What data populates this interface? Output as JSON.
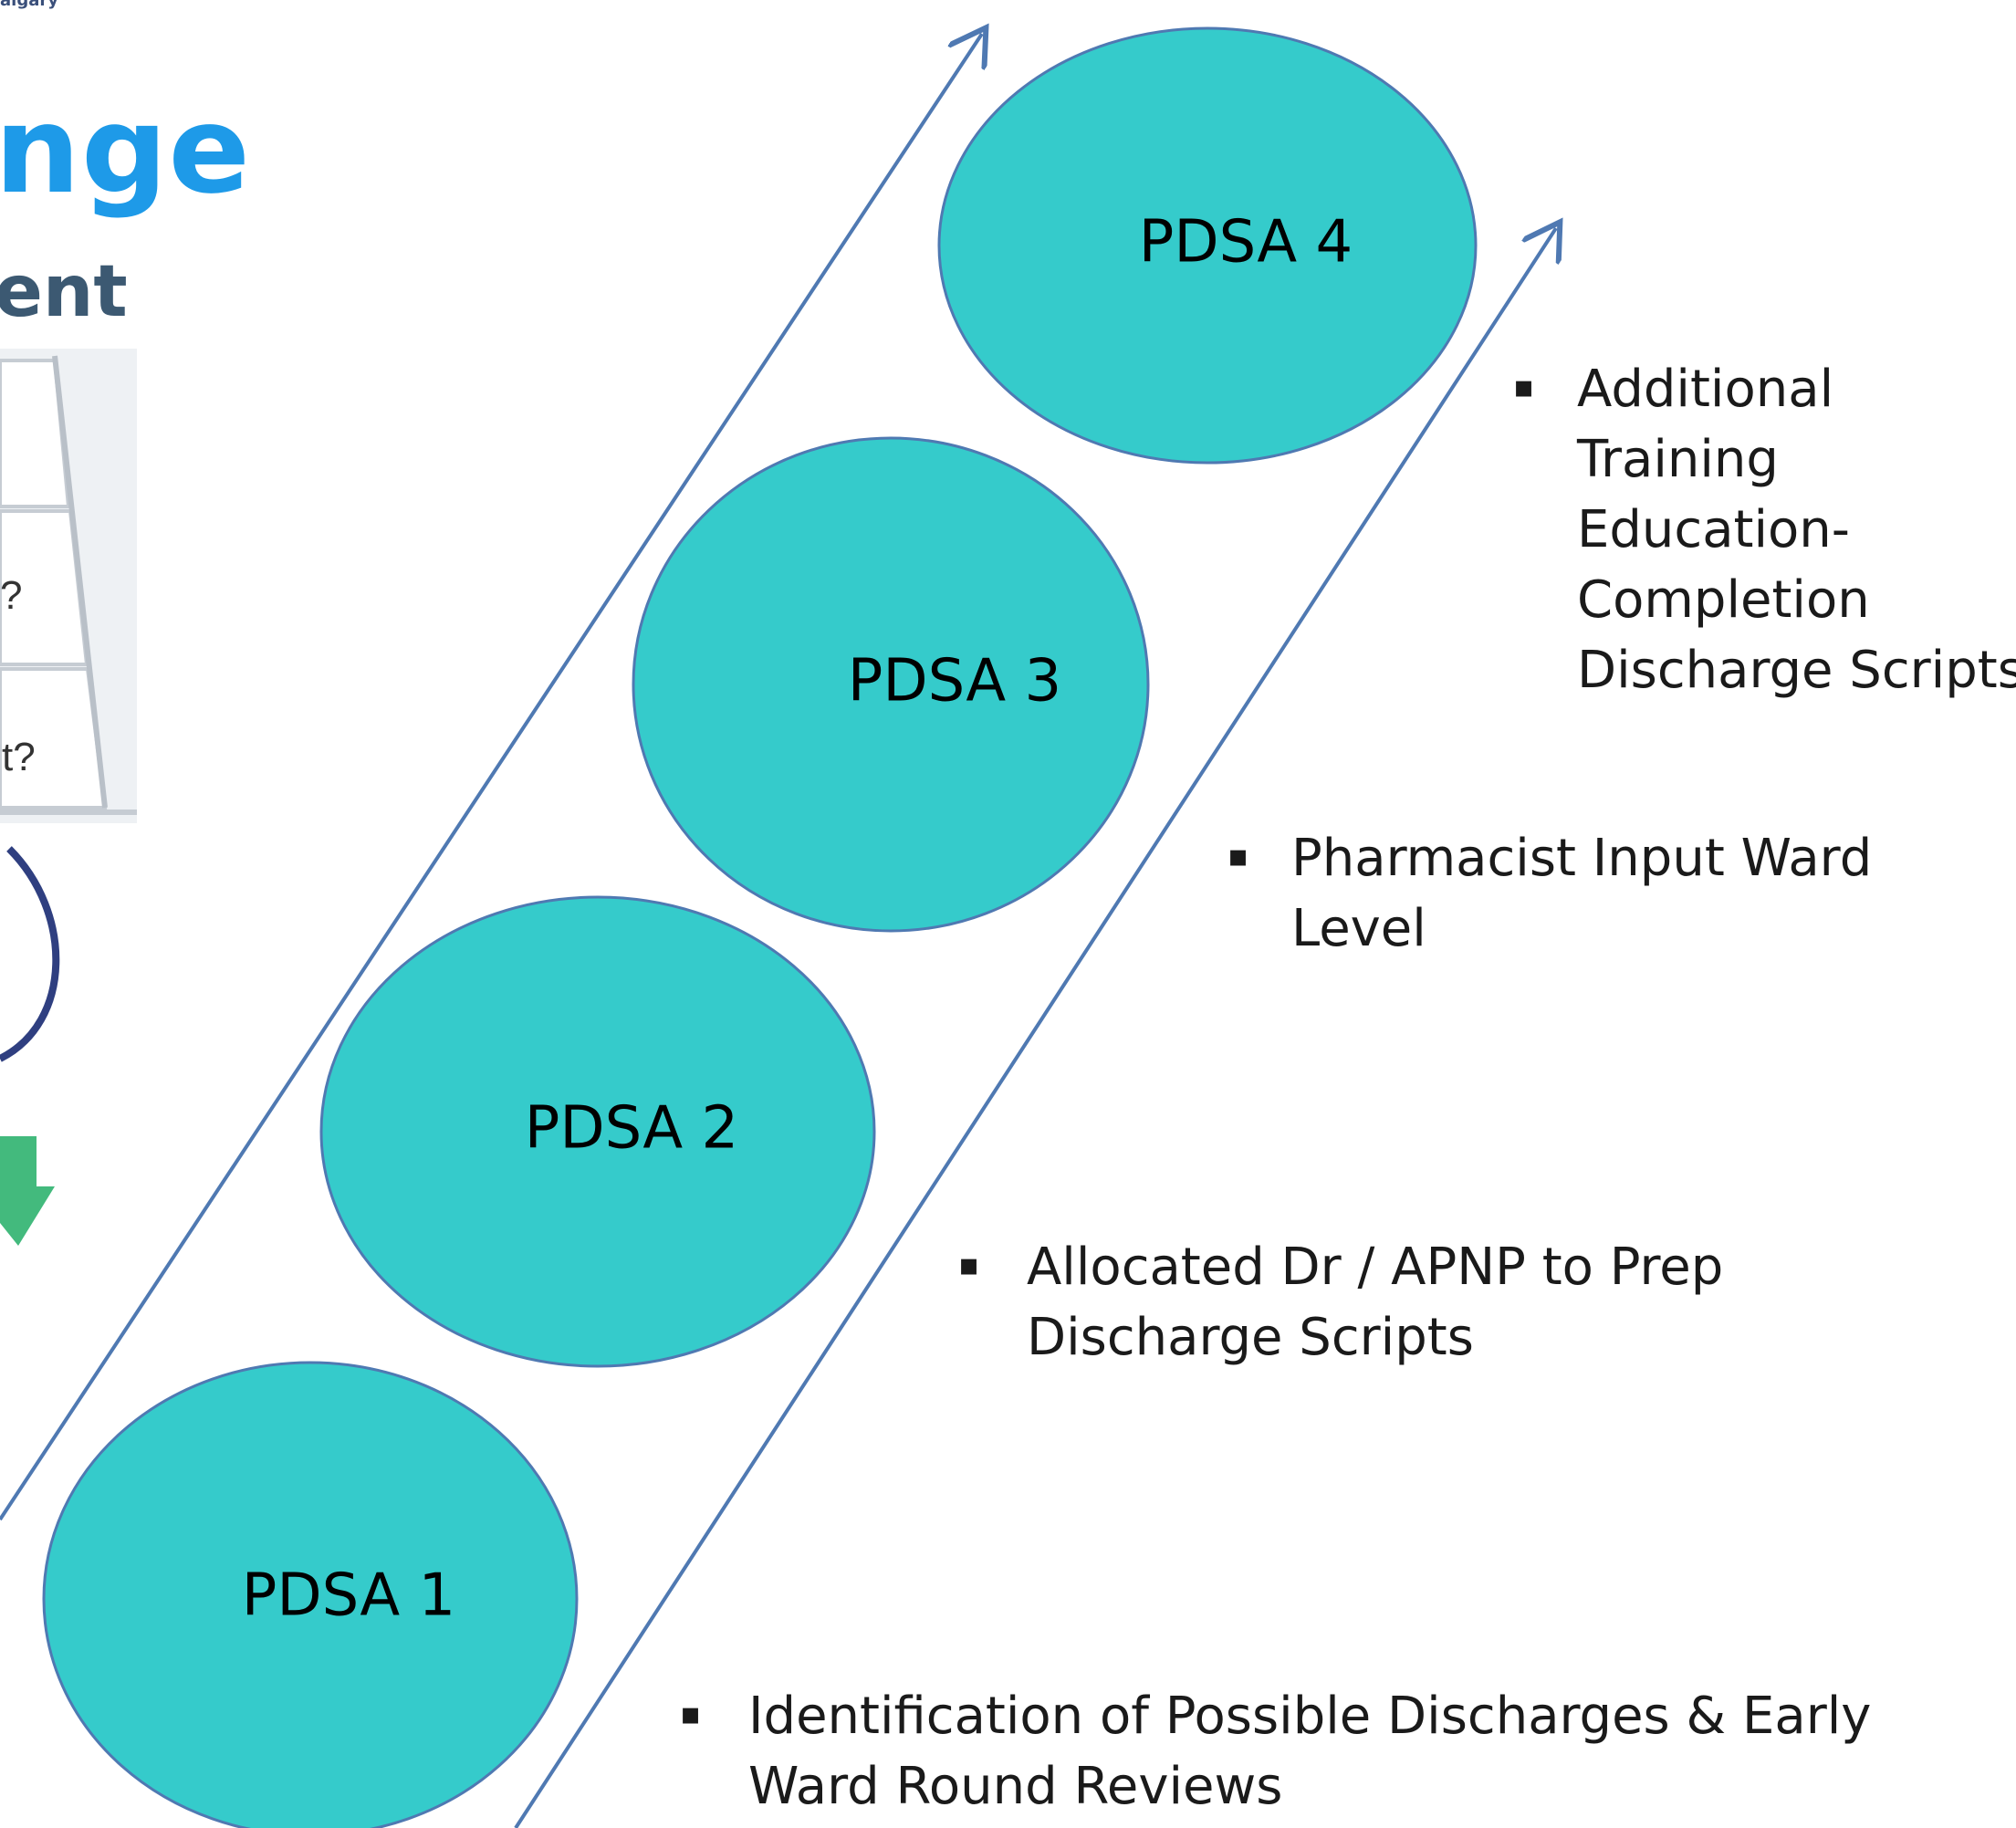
{
  "cut_heading": {
    "title_fragment": "nge",
    "subtitle_fragment": "ent",
    "logo_fragment": "algary"
  },
  "pyramid_fragment": {
    "row2_text": "?",
    "row3_text": "t?"
  },
  "cycles": [
    {
      "label": "PDSA 1"
    },
    {
      "label": "PDSA 2"
    },
    {
      "label": "PDSA 3"
    },
    {
      "label": "PDSA 4"
    }
  ],
  "bullets": [
    {
      "marker": "▪",
      "lines": [
        "Identification of Possible Discharges & Early",
        "Ward Round  Reviews"
      ]
    },
    {
      "marker": "▪",
      "lines": [
        "Allocated Dr / APNP to Prep",
        "Discharge Scripts"
      ]
    },
    {
      "marker": "▪",
      "lines": [
        "Pharmacist Input Ward",
        "Level"
      ]
    },
    {
      "marker": "▪",
      "lines": [
        "Additional",
        "Training",
        "Education-",
        "Completion",
        "Discharge Scripts"
      ]
    }
  ],
  "colors": {
    "ellipse_fill": "#35cbcb",
    "ellipse_stroke": "#4f79b2",
    "arrow": "#4f79b2",
    "title": "#1e9ae8",
    "subtitle": "#3c5972",
    "arrow_green": "#2fb36f",
    "arrow_navy": "#2f3f80"
  }
}
